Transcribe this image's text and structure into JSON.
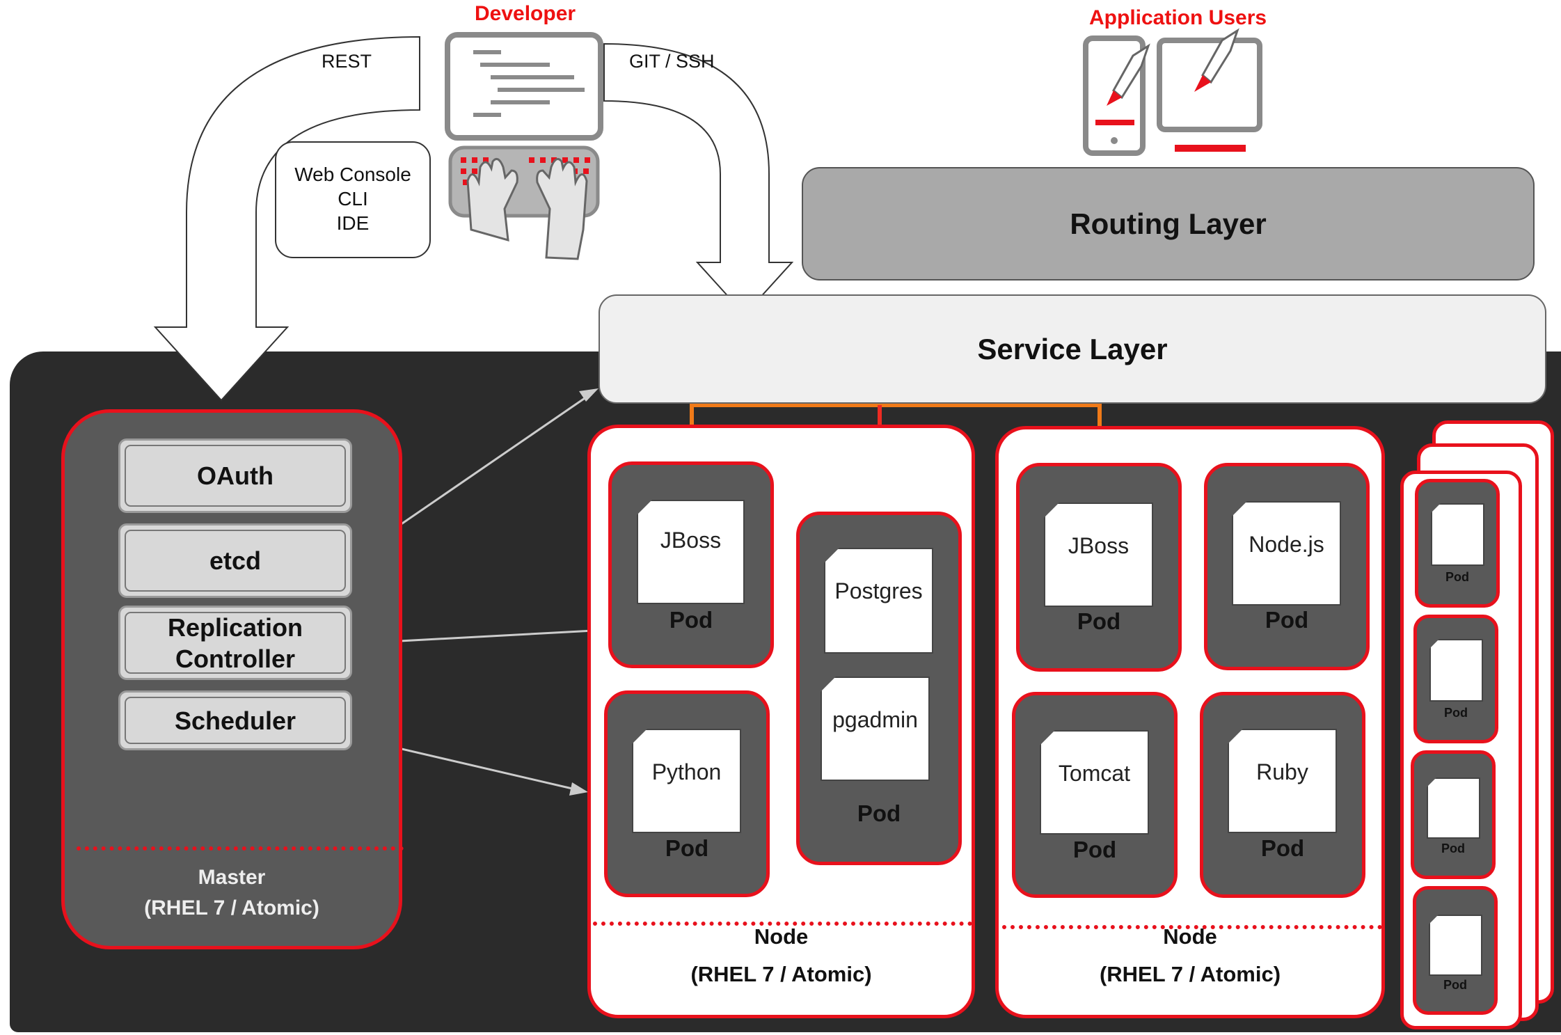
{
  "developer": {
    "label": "Developer"
  },
  "app_users": {
    "label": "Application Users"
  },
  "arrows": {
    "rest": "REST",
    "git": "GIT / SSH"
  },
  "tools": {
    "line1": "Web Console",
    "line2": "CLI",
    "line3": "IDE"
  },
  "routing_layer": {
    "label": "Routing Layer"
  },
  "service_layer": {
    "label": "Service Layer"
  },
  "master": {
    "components": [
      "OAuth",
      "etcd",
      "Replication",
      "Controller",
      "Scheduler"
    ],
    "title": "Master",
    "subtitle": "(RHEL 7 / Atomic)"
  },
  "node1": {
    "title": "Node",
    "subtitle": "(RHEL 7 / Atomic)",
    "pods": [
      {
        "containers": [
          "JBoss"
        ],
        "label": "Pod"
      },
      {
        "containers": [
          "Postgres",
          "pgadmin"
        ],
        "label": "Pod"
      },
      {
        "containers": [
          "Python"
        ],
        "label": "Pod"
      }
    ]
  },
  "node2": {
    "title": "Node",
    "subtitle": "(RHEL 7 / Atomic)",
    "pods": [
      {
        "containers": [
          "JBoss"
        ],
        "label": "Pod"
      },
      {
        "containers": [
          "Node.js"
        ],
        "label": "Pod"
      },
      {
        "containers": [
          "Tomcat"
        ],
        "label": "Pod"
      },
      {
        "containers": [
          "Ruby"
        ],
        "label": "Pod"
      }
    ]
  },
  "more_nodes": {
    "pods": [
      "Pod",
      "Pod",
      "Pod",
      "Pod"
    ]
  },
  "colors": {
    "accent_red": "#e8111c",
    "orange_link": "#f07a18",
    "cluster_bg": "#2b2b2b"
  },
  "icons": {
    "developer": "laptop-keyboard-icon",
    "app_users": "phone-monitor-rocket-icon"
  }
}
